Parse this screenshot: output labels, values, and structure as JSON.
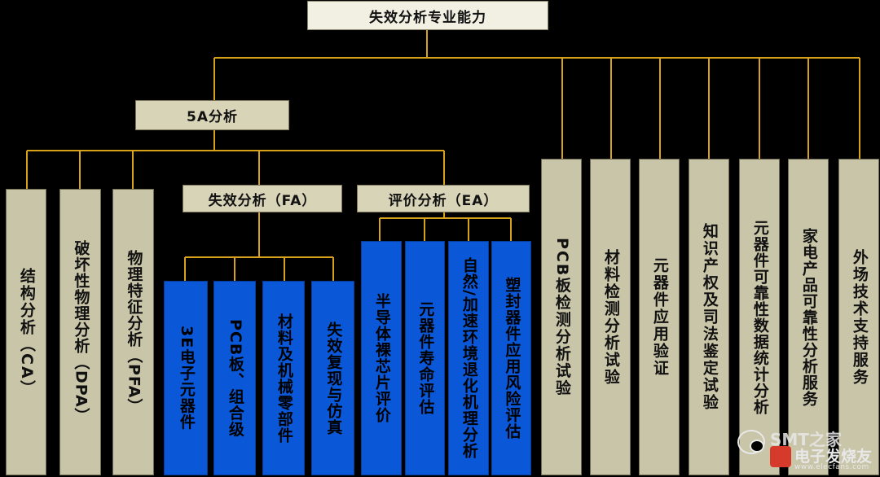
{
  "root": {
    "label": "失效分析专业能力"
  },
  "group_5a": {
    "label": "5A分析",
    "leaves": [
      "结构分析（CA）",
      "破坏性物理分析（DPA）",
      "物理特征分析（PFA）"
    ]
  },
  "group_fa": {
    "label": "失效分析（FA）",
    "leaves": [
      "3E电子元器件",
      "PCB板、组合级",
      "材料及机械零部件",
      "失效复现与仿真"
    ]
  },
  "group_ea": {
    "label": "评价分析（EA）",
    "leaves": [
      "半导体裸芯片评价",
      "元器件寿命评估",
      "自然/加速环境退化机理分析",
      "塑封器件应用风险评估"
    ]
  },
  "services": [
    "PCB板检测分析试验",
    "材料检测分析试验",
    "元器件应用验证",
    "知识产权及司法鉴定试验",
    "元器件可靠性数据统计分析",
    "家电产品可靠性分析服务",
    "外场技术支持服务"
  ],
  "watermark": {
    "wechat_text": "SMT之家",
    "brand": "电子发烧友",
    "url": "www.elecfans.com"
  },
  "colors": {
    "background": "#000000",
    "connector": "#d9a21b",
    "grey_box": "#c9c5a8",
    "blue_box": "#0a58d8",
    "header_box": "#f2f0e3"
  }
}
